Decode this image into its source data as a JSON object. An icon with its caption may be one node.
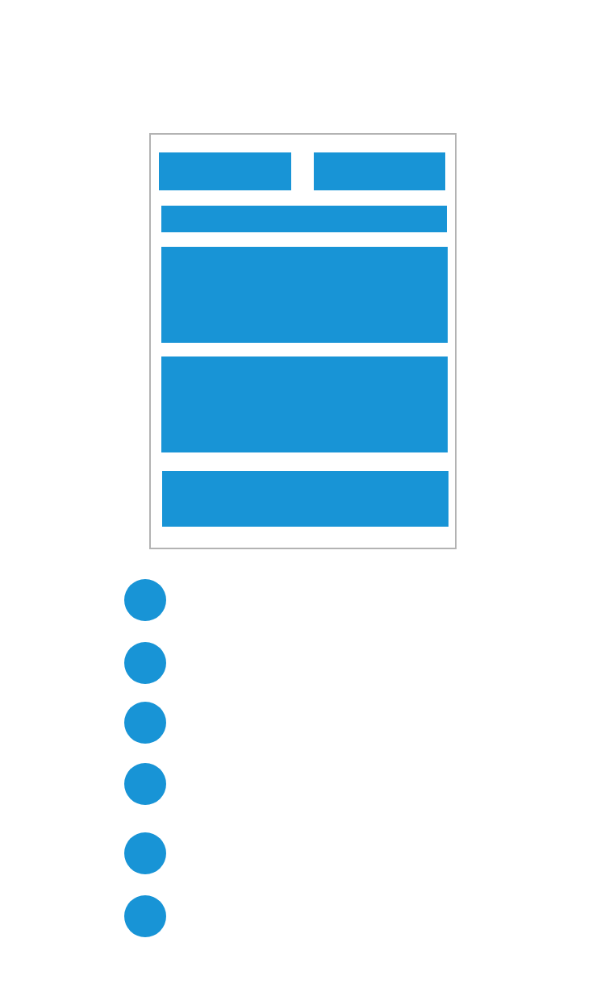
{
  "diagram": {
    "nodes": [
      {
        "text": [],
        "shape": "box"
      },
      {
        "text": [],
        "shape": "box",
        "in": 0
      },
      {
        "text": [],
        "shape": "box",
        "in": 0
      },
      {
        "text": [],
        "shape": "box",
        "in": 0
      },
      {
        "text": [],
        "shape": "box",
        "in": 0
      },
      {
        "text": [],
        "shape": "box",
        "in": 0
      },
      {
        "text": [],
        "shape": "box",
        "in": 0
      },
      {
        "text": [],
        "shape": "circle"
      },
      {
        "text": [],
        "shape": "circle"
      },
      {
        "text": [],
        "shape": "circle"
      },
      {
        "text": [],
        "shape": "circle"
      },
      {
        "text": [],
        "shape": "circle"
      },
      {
        "text": [],
        "shape": "circle"
      }
    ]
  }
}
